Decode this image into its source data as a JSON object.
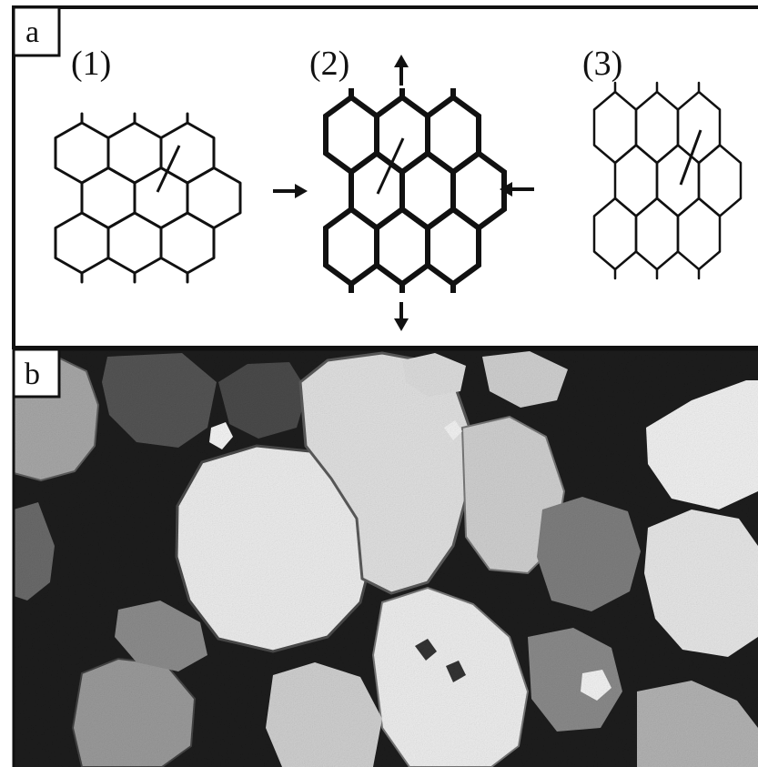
{
  "panel_a": {
    "letter": "a",
    "stages": [
      {
        "label": "(1)"
      },
      {
        "label": "(2)"
      },
      {
        "label": "(3)"
      }
    ]
  },
  "panel_b": {
    "letter": "b"
  },
  "colors": {
    "ink": "#111111",
    "background": "#ffffff"
  }
}
